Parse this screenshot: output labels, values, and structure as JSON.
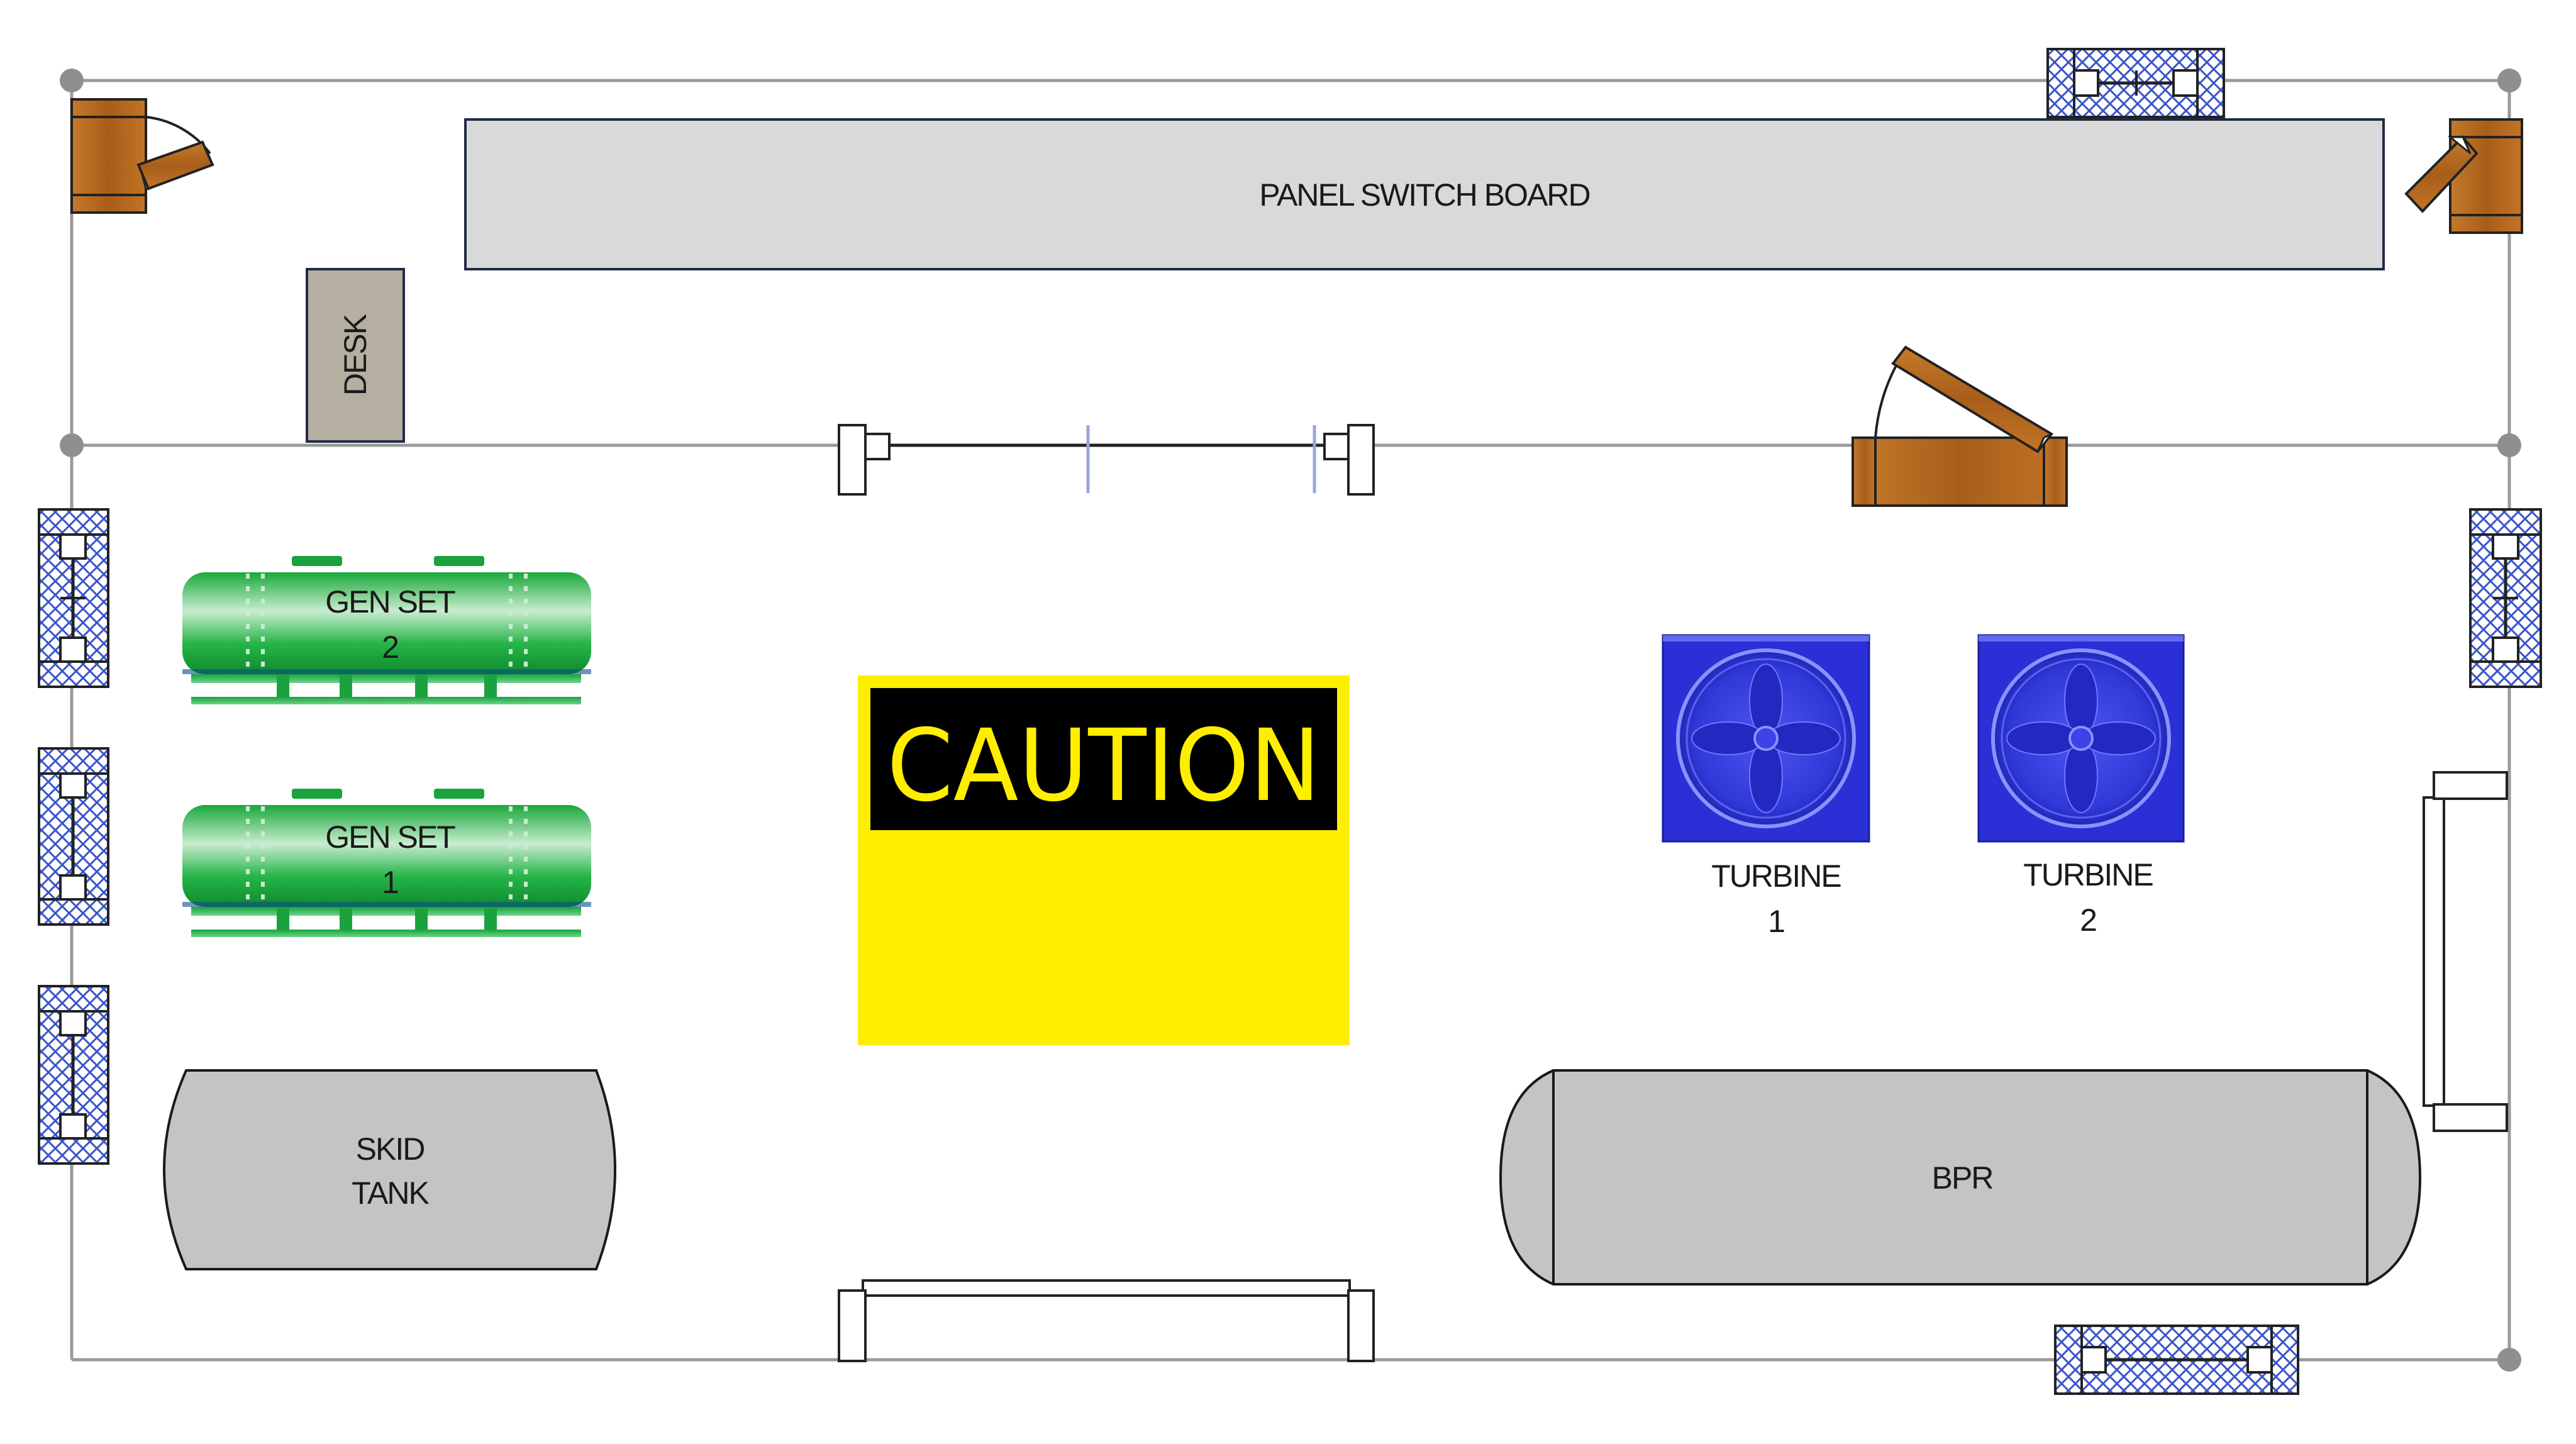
{
  "labels": {
    "panel": "PANEL SWITCH BOARD",
    "desk": "DESK",
    "gen2_line1": "GEN SET",
    "gen2_line2": "2",
    "gen1_line1": "GEN SET",
    "gen1_line2": "1",
    "caution": "CAUTION",
    "turbine1_line1": "TURBINE",
    "turbine1_line2": "1",
    "turbine2_line1": "TURBINE",
    "turbine2_line2": "2",
    "skid_line1": "SKID",
    "skid_line2": "TANK",
    "bpr": "BPR"
  },
  "colors": {
    "wall": "#9a9a9a",
    "panel_fill": "#d9d9d9",
    "desk_fill": "#b5afa1",
    "generator_green": "#2eb24a",
    "caution_yellow": "#ffee00",
    "caution_black": "#000000",
    "turbine_blue": "#2a2fd6",
    "tank_grey": "#c4c4c4",
    "door_wood": "#b5651d",
    "window_hatch": "#3a55c8"
  },
  "icons": {
    "doors": "wood-door-icon",
    "windows": "hatched-window-icon",
    "generators": "generator-icon",
    "turbines": "turbine-fan-icon",
    "sign": "caution-sign-icon"
  }
}
